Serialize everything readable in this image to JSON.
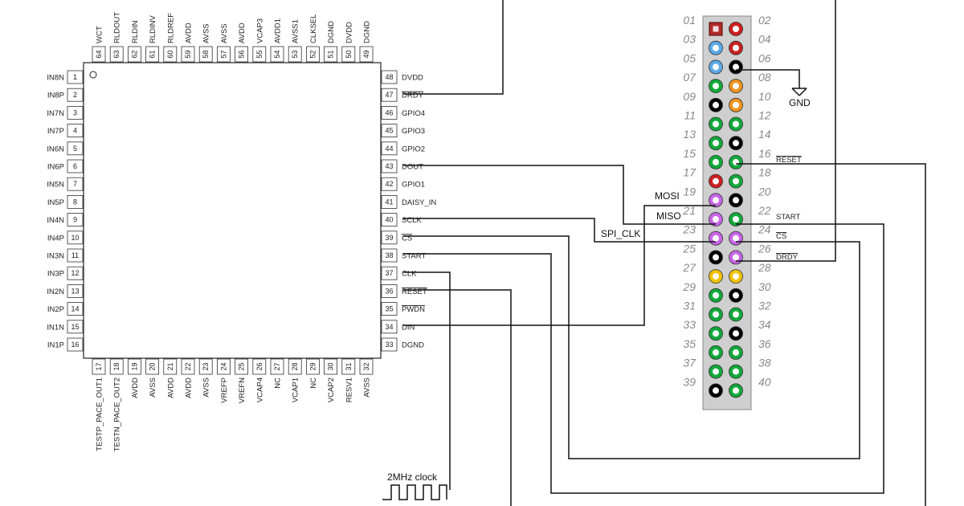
{
  "chip": {
    "left_pins": [
      {
        "num": "1",
        "label": "IN8N"
      },
      {
        "num": "2",
        "label": "IN8P"
      },
      {
        "num": "3",
        "label": "IN7N"
      },
      {
        "num": "4",
        "label": "IN7P"
      },
      {
        "num": "5",
        "label": "IN6N"
      },
      {
        "num": "6",
        "label": "IN6P"
      },
      {
        "num": "7",
        "label": "IN5N"
      },
      {
        "num": "8",
        "label": "IN5P"
      },
      {
        "num": "9",
        "label": "IN4N"
      },
      {
        "num": "10",
        "label": "IN4P"
      },
      {
        "num": "11",
        "label": "IN3N"
      },
      {
        "num": "12",
        "label": "IN3P"
      },
      {
        "num": "13",
        "label": "IN2N"
      },
      {
        "num": "14",
        "label": "IN2P"
      },
      {
        "num": "15",
        "label": "IN1N"
      },
      {
        "num": "16",
        "label": "IN1P"
      }
    ],
    "right_pins": [
      {
        "num": "48",
        "label": "DVDD"
      },
      {
        "num": "47",
        "label": "DRDY",
        "overline": true
      },
      {
        "num": "46",
        "label": "GPIO4"
      },
      {
        "num": "45",
        "label": "GPIO3"
      },
      {
        "num": "44",
        "label": "GPIO2"
      },
      {
        "num": "43",
        "label": "DOUT"
      },
      {
        "num": "42",
        "label": "GPIO1"
      },
      {
        "num": "41",
        "label": "DAISY_IN"
      },
      {
        "num": "40",
        "label": "SCLK"
      },
      {
        "num": "39",
        "label": "CS",
        "overline": true
      },
      {
        "num": "38",
        "label": "START"
      },
      {
        "num": "37",
        "label": "CLK"
      },
      {
        "num": "36",
        "label": "RESET",
        "overline": true
      },
      {
        "num": "35",
        "label": "PWDN",
        "overline": true
      },
      {
        "num": "34",
        "label": "DIN"
      },
      {
        "num": "33",
        "label": "DGND"
      }
    ],
    "top_pins": [
      {
        "num": "64",
        "label": "WCT"
      },
      {
        "num": "63",
        "label": "RLDOUT"
      },
      {
        "num": "62",
        "label": "RLDIN"
      },
      {
        "num": "61",
        "label": "RLDINV"
      },
      {
        "num": "60",
        "label": "RLDREF"
      },
      {
        "num": "59",
        "label": "AVDD"
      },
      {
        "num": "58",
        "label": "AVSS"
      },
      {
        "num": "57",
        "label": "AVSS"
      },
      {
        "num": "56",
        "label": "AVDD"
      },
      {
        "num": "55",
        "label": "VCAP3"
      },
      {
        "num": "54",
        "label": "AVDD1"
      },
      {
        "num": "53",
        "label": "AVSS1"
      },
      {
        "num": "52",
        "label": "CLKSEL"
      },
      {
        "num": "51",
        "label": "DGND"
      },
      {
        "num": "50",
        "label": "DVDD"
      },
      {
        "num": "49",
        "label": "DGND"
      }
    ],
    "bottom_pins": [
      {
        "num": "17",
        "label": "TESTP_PACE_OUT1"
      },
      {
        "num": "18",
        "label": "TESTN_PACE_OUT2"
      },
      {
        "num": "19",
        "label": "AVDD"
      },
      {
        "num": "20",
        "label": "AVSS"
      },
      {
        "num": "21",
        "label": "AVDD"
      },
      {
        "num": "22",
        "label": "AVDD"
      },
      {
        "num": "23",
        "label": "AVSS"
      },
      {
        "num": "24",
        "label": "VREFP"
      },
      {
        "num": "25",
        "label": "VREFN"
      },
      {
        "num": "26",
        "label": "VCAP4"
      },
      {
        "num": "27",
        "label": "NC"
      },
      {
        "num": "28",
        "label": "VCAP1"
      },
      {
        "num": "29",
        "label": "NC"
      },
      {
        "num": "30",
        "label": "VCAP2"
      },
      {
        "num": "31",
        "label": "RESV1"
      },
      {
        "num": "32",
        "label": "AVSS"
      }
    ]
  },
  "header": {
    "left_numbers": [
      "01",
      "03",
      "05",
      "07",
      "09",
      "11",
      "13",
      "15",
      "17",
      "19",
      "21",
      "23",
      "25",
      "27",
      "29",
      "31",
      "33",
      "35",
      "37",
      "39"
    ],
    "right_numbers": [
      "02",
      "04",
      "06",
      "08",
      "10",
      "12",
      "14",
      "16",
      "18",
      "20",
      "22",
      "24",
      "26",
      "28",
      "30",
      "32",
      "34",
      "36",
      "38",
      "40"
    ],
    "left_pin_colors": [
      "square-red",
      "blue",
      "blue",
      "green",
      "black",
      "green",
      "green",
      "green",
      "red",
      "violet",
      "violet",
      "violet",
      "black",
      "yellow",
      "green",
      "green",
      "green",
      "green",
      "green",
      "black"
    ],
    "right_pin_colors": [
      "red",
      "red",
      "black",
      "orange",
      "orange",
      "green",
      "black",
      "green",
      "green",
      "black",
      "green",
      "violet",
      "violet",
      "yellow",
      "black",
      "green",
      "black",
      "green",
      "green",
      "green"
    ]
  },
  "colors": {
    "red": "#cc1f1f",
    "blue": "#5aa9e6",
    "green": "#11a83a",
    "black": "#000000",
    "orange": "#f0941e",
    "violet": "#c765e6",
    "yellow": "#f2c200",
    "header_body": "#cfcfcf",
    "square_red": "#b02a2a"
  },
  "signals": {
    "gnd": "GND",
    "reset": "RESET",
    "start": "START",
    "cs": "CS",
    "drdy": "DRDY",
    "mosi": "MOSI",
    "miso": "MISO",
    "spi_clk": "SPI_CLK",
    "clock": "2MHz clock"
  }
}
